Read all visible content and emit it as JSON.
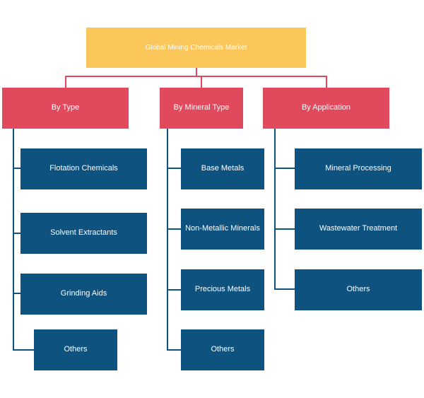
{
  "root": {
    "label": "Global Mining Chemicals Market"
  },
  "categories": [
    {
      "label": "By Type",
      "items": [
        "Flotation Chemicals",
        "Solvent Extractants",
        "Grinding Aids",
        "Others"
      ]
    },
    {
      "label": "By Mineral Type",
      "items": [
        "Base Metals",
        "Non-Metallic Minerals",
        "Precious Metals",
        "Others"
      ]
    },
    {
      "label": "By Application",
      "items": [
        "Mineral Processing",
        "Wastewater Treatment",
        "Others"
      ]
    }
  ],
  "colors": {
    "root": "#fcc75a",
    "category": "#e14a5c",
    "leaf": "#0e5280",
    "root_connector": "#e14a5c",
    "branch_connector": "#0e5280"
  }
}
